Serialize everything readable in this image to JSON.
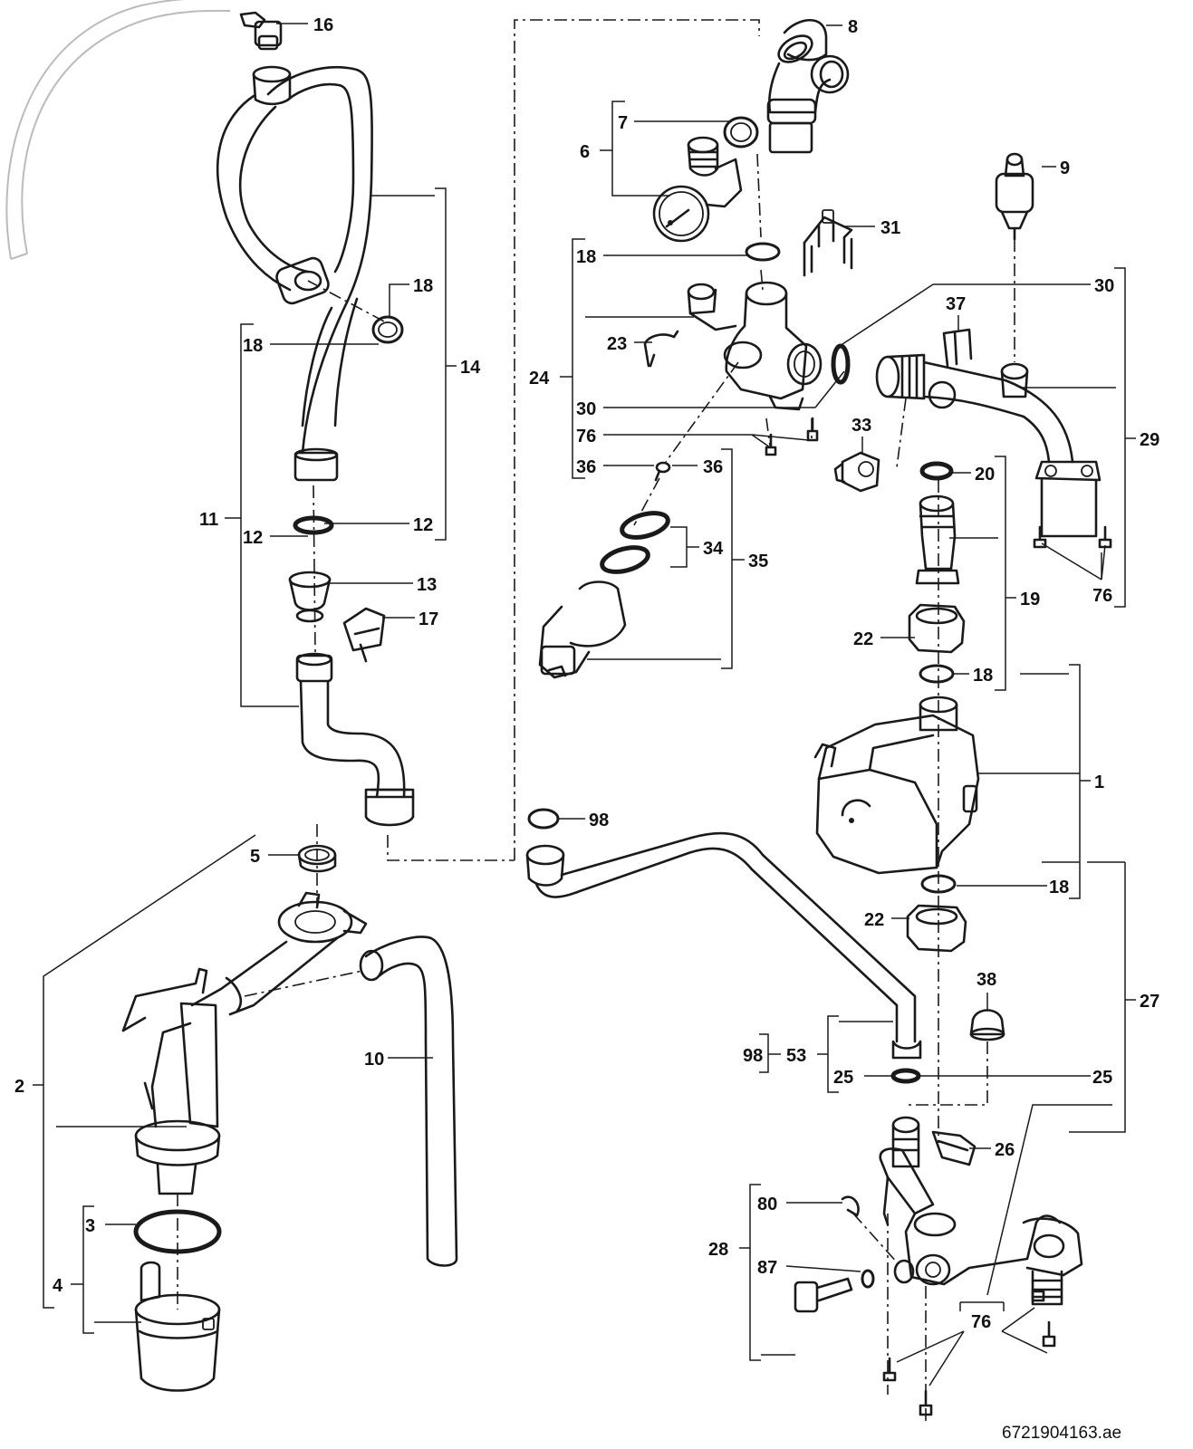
{
  "diagram": {
    "reference": "6721904163.ae",
    "labels": {
      "p1": "1",
      "p2": "2",
      "p3": "3",
      "p4": "4",
      "p5": "5",
      "p6": "6",
      "p7": "7",
      "p8": "8",
      "p9": "9",
      "p10": "10",
      "p11": "11",
      "p12a": "12",
      "p12b": "12",
      "p13": "13",
      "p14": "14",
      "p16": "16",
      "p17": "17",
      "p18a": "18",
      "p18b": "18",
      "p18c": "18",
      "p18d": "18",
      "p18e": "18",
      "p19": "19",
      "p20": "20",
      "p22a": "22",
      "p22b": "22",
      "p23": "23",
      "p24": "24",
      "p25a": "25",
      "p25b": "25",
      "p26": "26",
      "p27": "27",
      "p28": "28",
      "p29": "29",
      "p30a": "30",
      "p30b": "30",
      "p31": "31",
      "p33": "33",
      "p34": "34",
      "p35": "35",
      "p36a": "36",
      "p36b": "36",
      "p37": "37",
      "p38": "38",
      "p53": "53",
      "p76a": "76",
      "p76b": "76",
      "p76c": "76",
      "p80": "80",
      "p87": "87",
      "p98a": "98",
      "p98b": "98"
    }
  }
}
